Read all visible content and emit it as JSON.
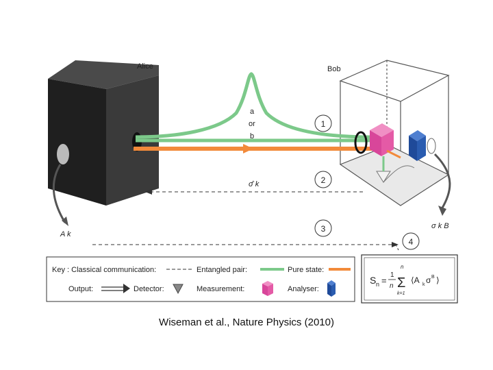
{
  "labels": {
    "alice": "Alice",
    "bob": "Bob",
    "a": "a",
    "or": "or",
    "b": "b",
    "sigma_k": "σ̂ k",
    "A_k": "A k",
    "sigma_B": "σ k B"
  },
  "steps": [
    "1",
    "2",
    "3",
    "4"
  ],
  "key": {
    "title": "Key : Classical communication:",
    "entangled_pair": "Entangled pair:",
    "pure_state": "Pure state:",
    "output": "Output:",
    "detector": "Detector:",
    "measurement": "Measurement:",
    "analyser": "Analyser:"
  },
  "formula": {
    "lhs": "S",
    "lhs_sub": "n",
    "eq": "=",
    "frac_num": "1",
    "frac_den": "n",
    "sum_top": "n",
    "sum_bottom": "k=1",
    "body": "⟨A",
    "body_sub": "k",
    "body_sigma": "σ",
    "body_sup": "B",
    "body_close": "⟩"
  },
  "caption": "Wiseman et al., Nature Physics (2010)",
  "colors": {
    "green_beam": "#7cc98a",
    "orange_beam": "#f28a3a",
    "measurement_cube": "#e45aa6",
    "analyser_cube": "#2a5cb0",
    "alice_box": "#2b2b2b"
  }
}
